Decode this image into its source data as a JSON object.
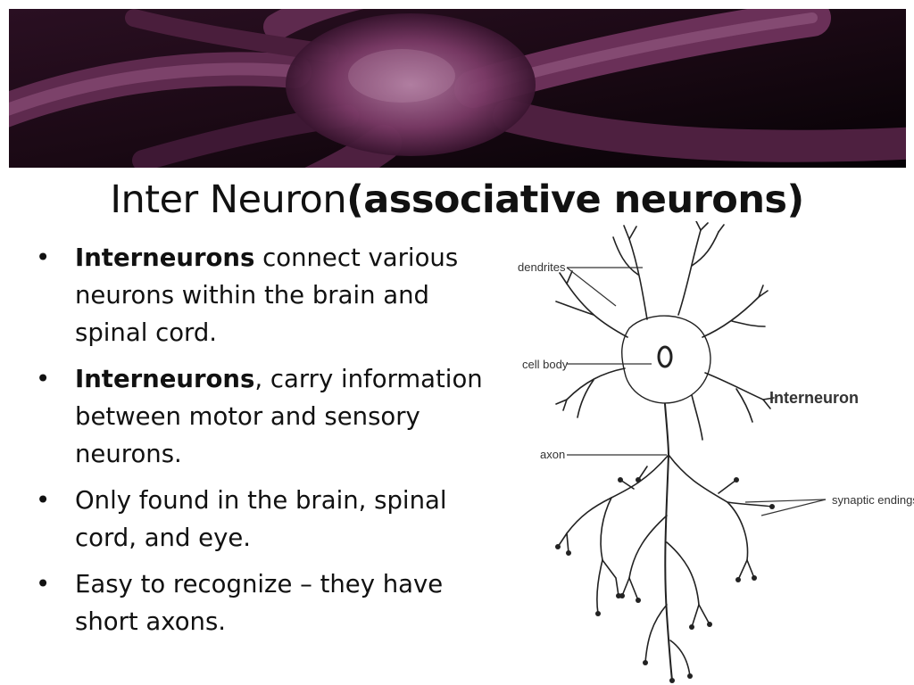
{
  "slide": {
    "title_regular": "Inter Neuron",
    "title_bold": "(associative neurons)",
    "bullets": [
      {
        "marker": "•",
        "bold": "Interneurons",
        "text": " connect various neurons within the brain and spinal cord."
      },
      {
        "marker": "•",
        "bold": " Interneurons",
        "text": ",  carry information between motor and sensory neurons."
      },
      {
        "marker": "•",
        "bold": "",
        "text": "Only found in the brain, spinal cord, and eye."
      },
      {
        "marker": "•",
        "bold": "",
        "text": "Easy to recognize – they have short axons."
      }
    ]
  },
  "diagram": {
    "labels": {
      "dendrites": "dendrites",
      "cell_body": "cell body",
      "axon": "axon",
      "synaptic_endings": "synaptic endings",
      "title": "Interneuron"
    }
  },
  "colors": {
    "banner_bg": "#120810",
    "banner_neuron": "#7a3a66",
    "diagram_stroke": "#222222"
  }
}
